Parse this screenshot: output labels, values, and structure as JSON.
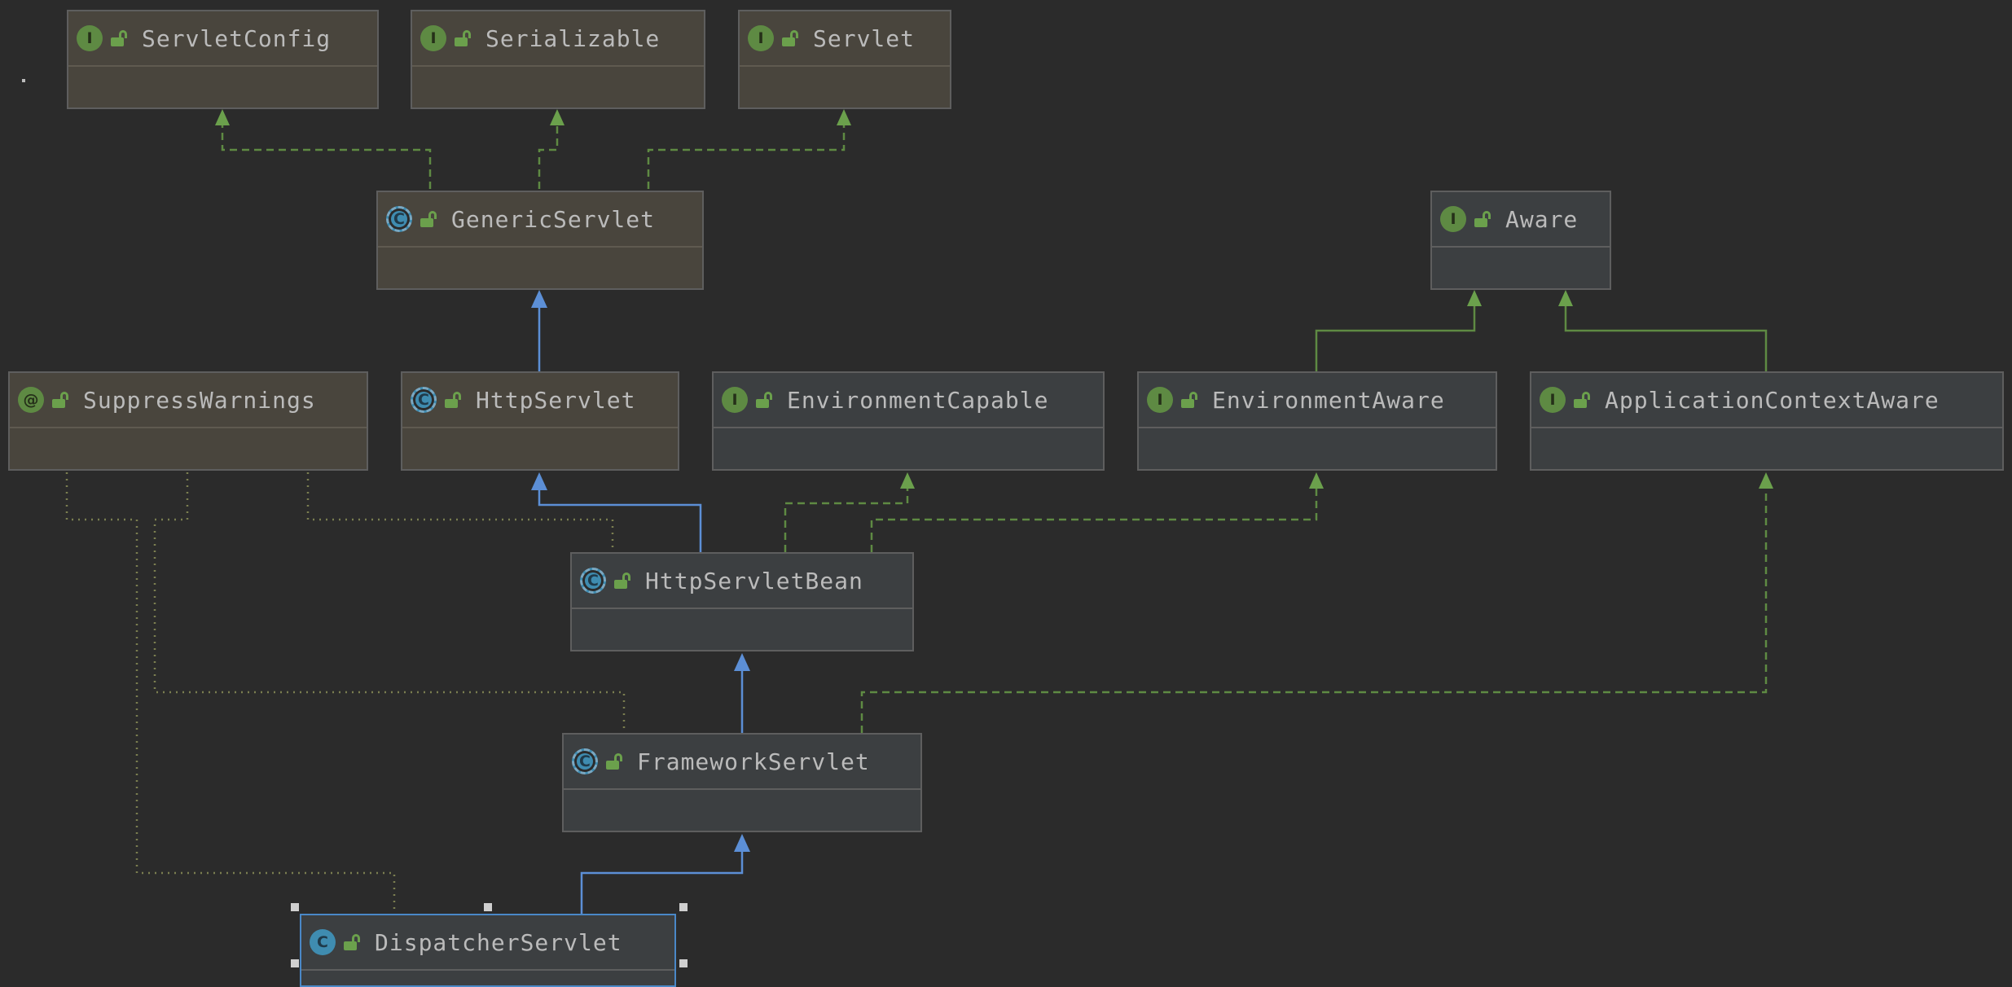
{
  "nodes": {
    "servlet_config": {
      "name": "ServletConfig",
      "kind": "interface",
      "kind_letter": "I"
    },
    "serializable": {
      "name": "Serializable",
      "kind": "interface",
      "kind_letter": "I"
    },
    "servlet": {
      "name": "Servlet",
      "kind": "interface",
      "kind_letter": "I"
    },
    "generic_servlet": {
      "name": "GenericServlet",
      "kind": "abstract-class",
      "kind_letter": "C"
    },
    "aware": {
      "name": "Aware",
      "kind": "interface",
      "kind_letter": "I"
    },
    "suppress_warnings": {
      "name": "SuppressWarnings",
      "kind": "annotation",
      "kind_letter": "@"
    },
    "http_servlet": {
      "name": "HttpServlet",
      "kind": "abstract-class",
      "kind_letter": "C"
    },
    "environment_capable": {
      "name": "EnvironmentCapable",
      "kind": "interface",
      "kind_letter": "I"
    },
    "environment_aware": {
      "name": "EnvironmentAware",
      "kind": "interface",
      "kind_letter": "I"
    },
    "application_context_aware": {
      "name": "ApplicationContextAware",
      "kind": "interface",
      "kind_letter": "I"
    },
    "http_servlet_bean": {
      "name": "HttpServletBean",
      "kind": "abstract-class",
      "kind_letter": "C"
    },
    "framework_servlet": {
      "name": "FrameworkServlet",
      "kind": "abstract-class",
      "kind_letter": "C"
    },
    "dispatcher_servlet": {
      "name": "DispatcherServlet",
      "kind": "class",
      "kind_letter": "C"
    }
  },
  "edge_colors": {
    "extends": "#5c8fd6",
    "implements": "#5e8a43",
    "annotated": "#7b7e50"
  },
  "edges": [
    {
      "from": "generic_servlet",
      "to": "servlet_config",
      "type": "implements"
    },
    {
      "from": "generic_servlet",
      "to": "serializable",
      "type": "implements"
    },
    {
      "from": "generic_servlet",
      "to": "servlet",
      "type": "implements"
    },
    {
      "from": "http_servlet",
      "to": "generic_servlet",
      "type": "extends"
    },
    {
      "from": "environment_aware",
      "to": "aware",
      "type": "interface-extends"
    },
    {
      "from": "application_context_aware",
      "to": "aware",
      "type": "interface-extends"
    },
    {
      "from": "http_servlet_bean",
      "to": "http_servlet",
      "type": "extends"
    },
    {
      "from": "http_servlet_bean",
      "to": "environment_capable",
      "type": "implements"
    },
    {
      "from": "http_servlet_bean",
      "to": "environment_aware",
      "type": "implements"
    },
    {
      "from": "framework_servlet",
      "to": "http_servlet_bean",
      "type": "extends"
    },
    {
      "from": "framework_servlet",
      "to": "application_context_aware",
      "type": "implements"
    },
    {
      "from": "dispatcher_servlet",
      "to": "framework_servlet",
      "type": "extends"
    },
    {
      "from": "http_servlet_bean",
      "to": "suppress_warnings",
      "type": "annotated"
    },
    {
      "from": "framework_servlet",
      "to": "suppress_warnings",
      "type": "annotated"
    },
    {
      "from": "dispatcher_servlet",
      "to": "suppress_warnings",
      "type": "annotated"
    }
  ],
  "selected_node": "dispatcher_servlet"
}
